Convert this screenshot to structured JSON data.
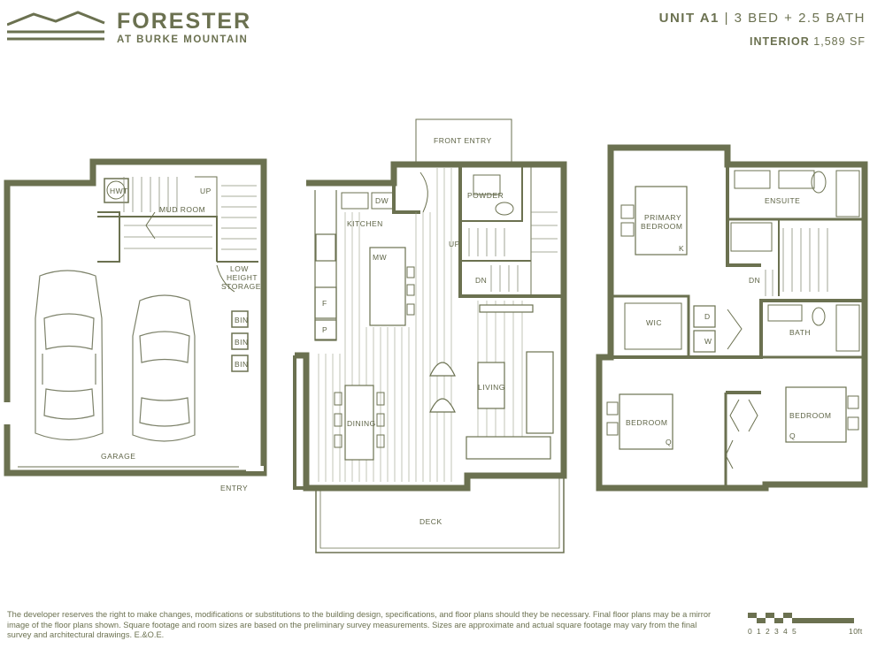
{
  "brand": {
    "name": "FORESTER",
    "subtitle": "AT BURKE MOUNTAIN"
  },
  "unit": {
    "label": "UNIT A1",
    "separator": "|",
    "config": "3 BED + 2.5 BATH",
    "interior_label": "INTERIOR",
    "interior_area": "1,589 SF"
  },
  "rooms": {
    "hwt": "HWT",
    "up1": "UP",
    "mud_room": "MUD ROOM",
    "low_height": "LOW",
    "low_height2": "HEIGHT",
    "storage": "STORAGE",
    "bin": "BIN",
    "garage": "GARAGE",
    "entry": "ENTRY",
    "front_entry": "FRONT ENTRY",
    "powder": "POWDER",
    "dw": "DW",
    "kitchen": "KITCHEN",
    "mw": "MW",
    "up2": "UP",
    "dn1": "DN",
    "fridge": "F",
    "pantry": "P",
    "dining": "DINING",
    "living": "LIVING",
    "deck": "DECK",
    "primary_bedroom_1": "PRIMARY",
    "primary_bedroom_2": "BEDROOM",
    "k": "K",
    "ensuite": "ENSUITE",
    "dn2": "DN",
    "wic": "WIC",
    "d": "D",
    "w": "W",
    "bath": "BATH",
    "bedroom1": "BEDROOM",
    "q1": "Q",
    "bedroom2": "BEDROOM",
    "q2": "Q"
  },
  "disclaimer": "The developer reserves the right to make changes, modifications or substitutions to the building design, specifications, and floor plans should they be necessary. Final floor plans may be a mirror image of the floor plans shown. Square footage and room sizes are based on the preliminary survey measurements. Sizes are approximate and actual square footage may vary from the final survey and architectural drawings. E.&O.E.",
  "scale": {
    "ticks": [
      "0",
      "1",
      "2",
      "3",
      "4",
      "5",
      "10"
    ],
    "unit": "ft"
  },
  "colors": {
    "wall": "#6b7150",
    "line": "#7d826a",
    "text": "#5e6446"
  }
}
